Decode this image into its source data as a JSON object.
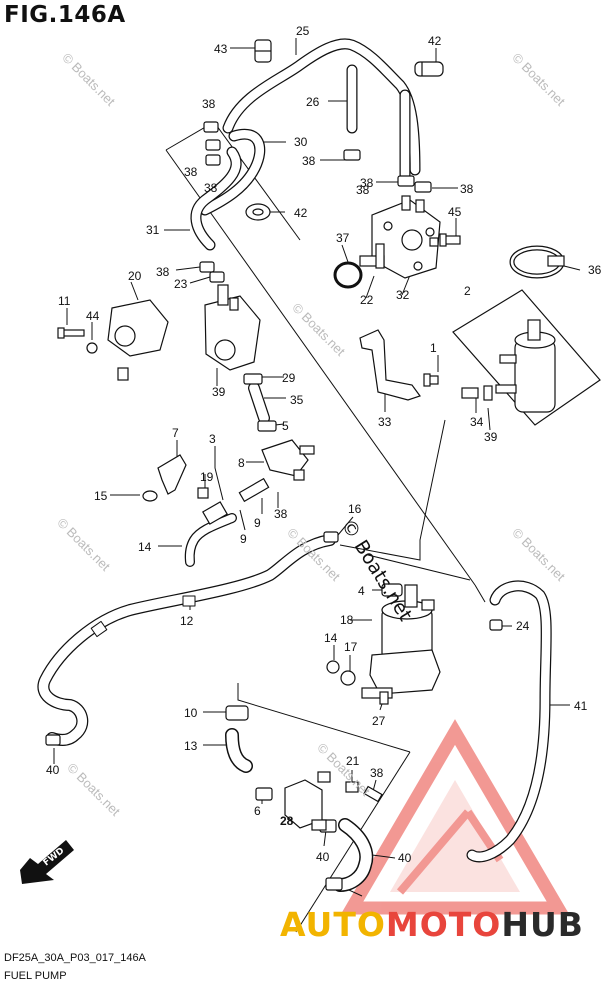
{
  "figure": {
    "title": "FIG.146A",
    "code": "DF25A_30A_P03_017_146A",
    "name": "FUEL PUMP"
  },
  "watermarks": {
    "small": [
      "© Boats.net",
      "© Boats.net",
      "© Boats.net",
      "© Boats.net",
      "© Boats.net",
      "© Boats.net",
      "© Boats.net",
      "© Boats.net"
    ],
    "big": "© Boats.net"
  },
  "brand": {
    "part1": "AUTO",
    "part2": "MOTO",
    "part3": "HUB"
  },
  "fwd_label": "FWD",
  "part_labels": [
    "43",
    "25",
    "42",
    "38",
    "26",
    "38",
    "30",
    "38",
    "38",
    "38",
    "38",
    "42",
    "45",
    "31",
    "37",
    "38",
    "36",
    "38",
    "23",
    "22",
    "32",
    "2",
    "20",
    "11",
    "44",
    "1",
    "39",
    "29",
    "35",
    "33",
    "34",
    "39",
    "5",
    "7",
    "3",
    "8",
    "19",
    "15",
    "9",
    "9",
    "38",
    "16",
    "14",
    "4",
    "18",
    "24",
    "12",
    "14",
    "17",
    "41",
    "10",
    "27",
    "13",
    "21",
    "38",
    "40",
    "6",
    "28",
    "40",
    "40"
  ],
  "colors": {
    "line": "#111111",
    "part_fill": "#ffffff",
    "watermark": "#bbbbbb",
    "triangle": "#e8453c",
    "brand_yellow": "#f2b400",
    "brand_red": "#e8453c",
    "brand_dark": "#2a2a2a"
  }
}
